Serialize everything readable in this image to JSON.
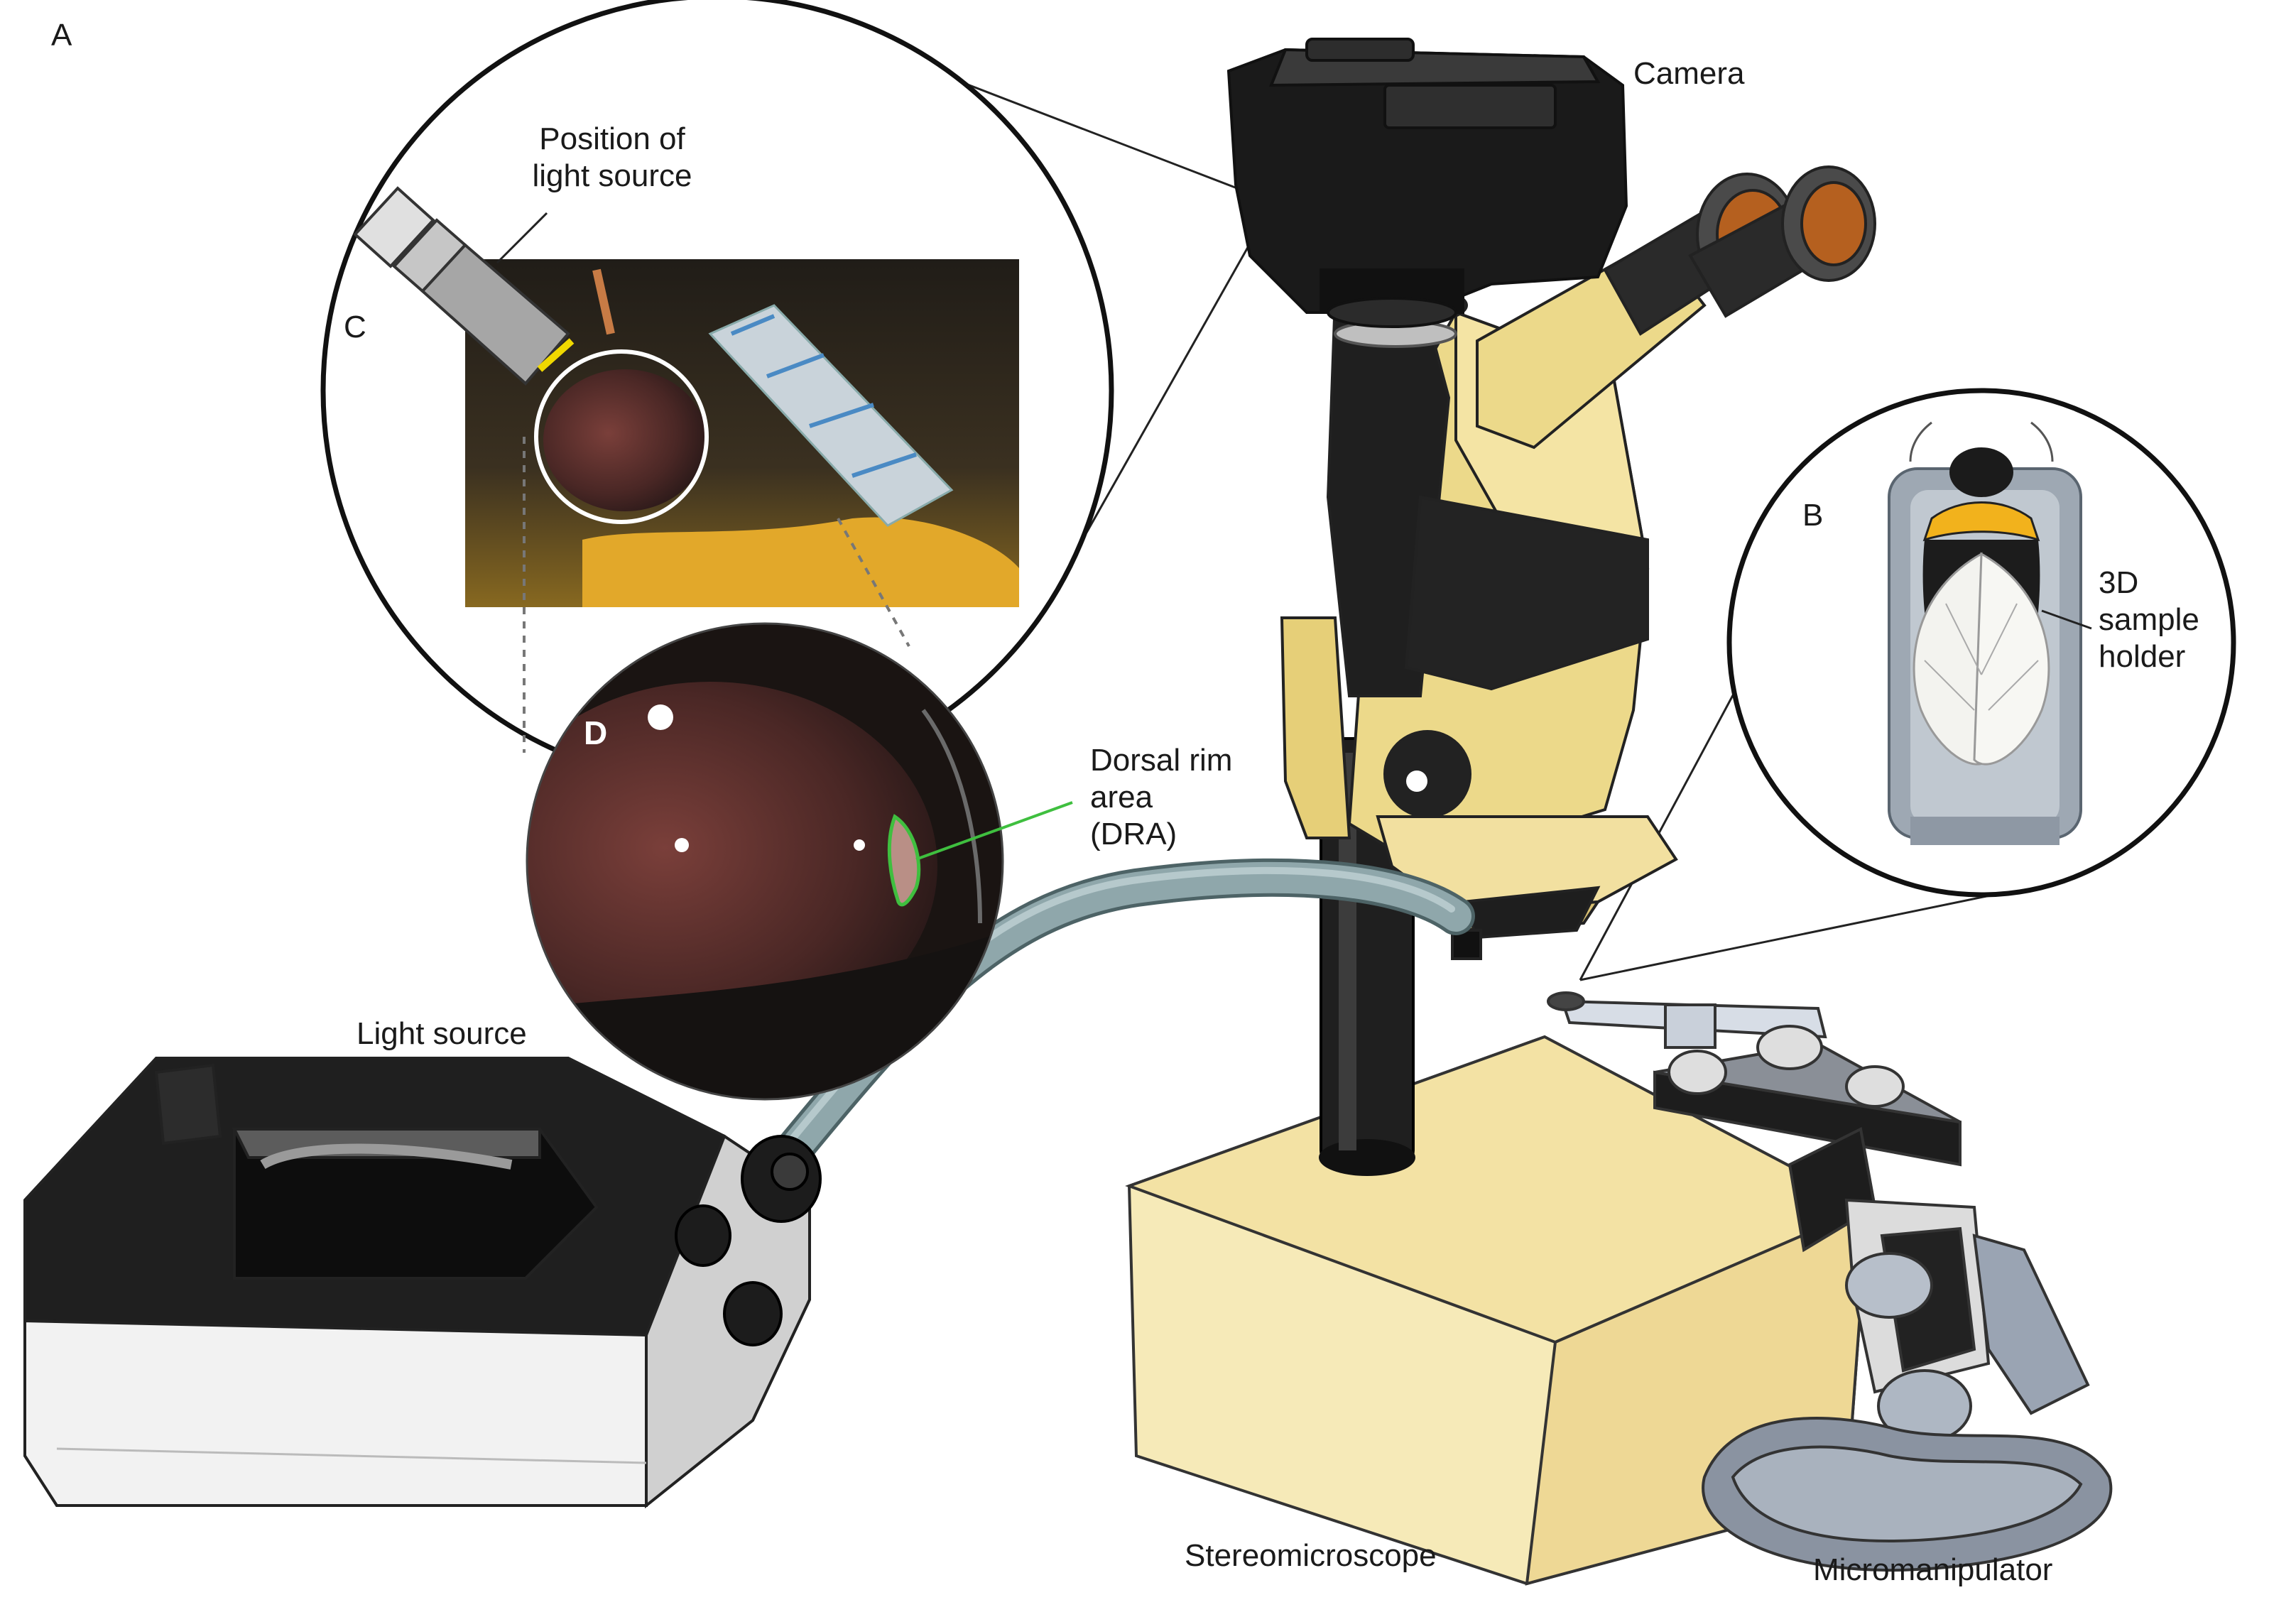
{
  "panels": {
    "a": "A",
    "b": "B",
    "c": "C",
    "d": "D"
  },
  "labels": {
    "camera": "Camera",
    "position_light_1": "Position of",
    "position_light_2": "light source",
    "dorsal_1": "Dorsal rim",
    "dorsal_2": "area",
    "dorsal_3": "(DRA)",
    "holder_1": "3D",
    "holder_2": "sample",
    "holder_3": "holder",
    "light_source": "Light source",
    "stereomicroscope": "Stereomicroscope",
    "micromanipulator": "Micromanipulator"
  },
  "colors": {
    "microscope_yellow": "#ecd98a",
    "microscope_dark": "#1f1f1f",
    "base_cream": "#f6eab8",
    "cable": "#8fa7ab",
    "dra_outline": "#3fbf3f",
    "bee_collar": "#f2b21c",
    "light_marker": "#f0d800"
  }
}
